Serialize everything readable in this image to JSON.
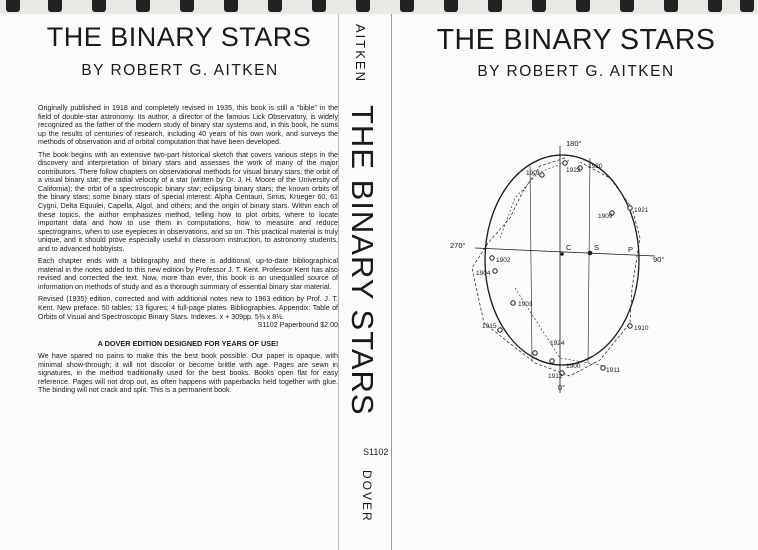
{
  "back_cover": {
    "title": "THE BINARY STARS",
    "author": "BY ROBERT G. AITKEN",
    "paragraphs": [
      "Originally published in 1918 and completely revised in 1935, this book is still a \"bible\" in the field of double-star astronomy. Its author, a director of the famous Lick Observatory, is widely recognized as the father of the modern study of binary star systems and, in this book, he sums up the results of centuries of research, including 40 years of his own work, and surveys the methods of observation and of orbital computation that have been developed.",
      "The book begins with an extensive two-part historical sketch that covers various steps in the discovery and interpretation of binary stars and assesses the work of many of the major contributors. There follow chapters on observational methods for visual binary stars; the orbit of a visual binary star; the radial velocity of a star (written by Dr. J. H. Moore of the University of California); the orbit of a spectroscopic binary star; eclipsing binary stars; the known orbits of the binary stars; some binary stars of special interest: Alpha Centauri, Sirius, Krueger 60, 61 Cygni, Delta Equulei, Capella, Algol, and others; and the origin of binary stars. Within each of these topics, the author emphasizes method, telling how to plot orbits, where to locate important data and how to use them in computations, how to measure and reduce spectrograms, when to use eyepieces in observations, and so on. This practical material is truly unique, and it should prove especially useful in classroom instruction, to astronomy students, and to advanced hobbyists.",
      "Each chapter ends with a bibliography and there is additional, up-to-date bibliographical material in the notes added to this new edition by Professor J. T. Kent. Professor Kent has also revised and corrected the text. Now, more than ever, this book is an unequalled source of information on methods of study and as a thorough summary of essential binary star material.",
      "Revised (1935) edition, corrected and with additional notes new to 1963 edition by Prof. J. T. Kent. New preface. 50 tables; 13 figures; 4 full-page plates. Bibliographies. Appendix: Table of Orbits of Visual and Spectroscopic Binary Stars. Indexes. x + 309pp. 5⅜ x 8½."
    ],
    "price": "S1102 Paperbound $2.00",
    "edition_heading": "A DOVER EDITION DESIGNED FOR YEARS OF USE!",
    "edition_text": "We have spared no pains to make this the best book possible. Our paper is opaque, with minimal show-through; it will not discolor or become brittle with age. Pages are sewn in signatures, in the method traditionally used for the best books. Books open flat for easy reference. Pages will not drop out, as often happens with paperbacks held together with glue. The binding will not crack and split. This is a permanent book."
  },
  "spine": {
    "author": "AITKEN",
    "title": "THE BINARY STARS",
    "number": "S1102",
    "publisher": "DOVER"
  },
  "front_cover": {
    "title": "THE BINARY STARS",
    "author": "BY ROBERT G. AITKEN"
  },
  "diagram_labels": {
    "top": "180°",
    "bottom": "0°",
    "left": "270°",
    "right": "90°",
    "center": "C",
    "star": "S",
    "periastron": "P",
    "years": [
      "1920",
      "1922",
      "1901",
      "1909",
      "1921",
      "1904",
      "1902",
      "1903",
      "1915",
      "1910",
      "1924",
      "1912",
      "1900",
      "1911"
    ]
  },
  "colors": {
    "ink": "#1a1a1a",
    "paper": "#fbfbf9",
    "binding": "#222222"
  }
}
